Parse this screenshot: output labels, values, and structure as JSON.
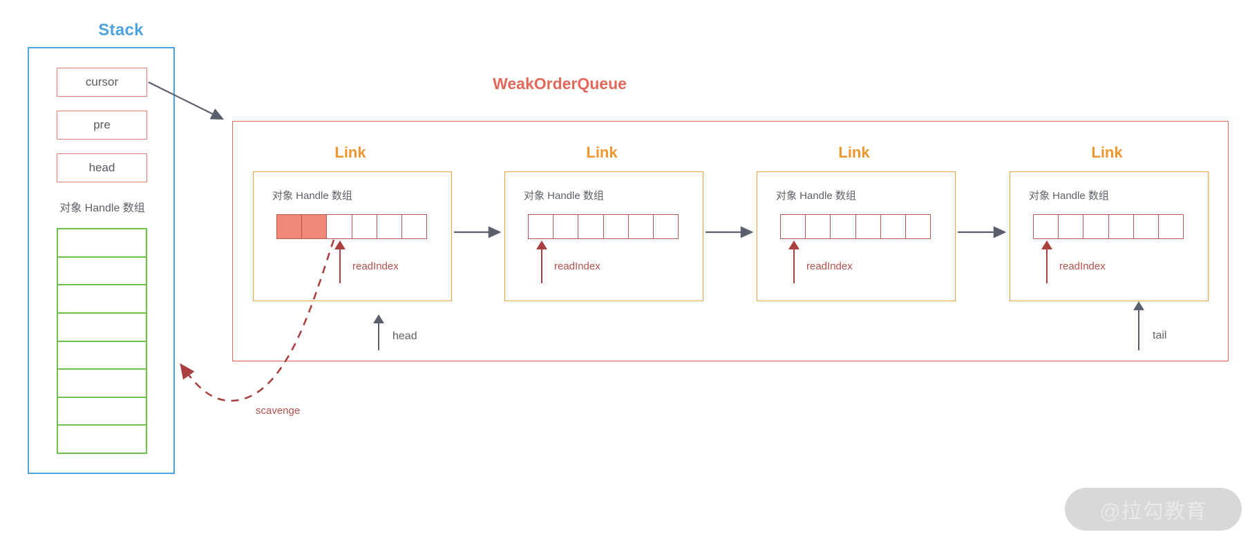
{
  "diagram": {
    "title_stack": "Stack",
    "title_weak_order_queue": "WeakOrderQueue",
    "watermark": "@拉勾教育",
    "colors": {
      "stack_border": "#4ca3dd",
      "stack_title": "#4ca3dd",
      "field_border": "#ea7f72",
      "array_border": "#6ec14a",
      "queue_border": "#e2685a",
      "queue_title": "#e2685a",
      "link_border": "#f0a13f",
      "link_title": "#f0962f",
      "cell_border": "#b5574f",
      "cell_filled": "#f08878",
      "read_index": "#a8403f",
      "pointer_arrow": "#5a5f6e",
      "scavenge": "#b4504c",
      "text": "#5c6166"
    }
  },
  "stack": {
    "title": "Stack",
    "fields": [
      {
        "label": "cursor"
      },
      {
        "label": "pre"
      },
      {
        "label": "head"
      }
    ],
    "array_label": "对象 Handle 数组",
    "array_cell_count": 8
  },
  "weak_order_queue": {
    "title": "WeakOrderQueue",
    "links": [
      {
        "title": "Link",
        "array_label": "对象 Handle 数组",
        "cells": [
          "filled",
          "filled",
          "empty",
          "empty",
          "empty",
          "empty"
        ],
        "read_index_label": "readIndex",
        "read_index_cell": 3
      },
      {
        "title": "Link",
        "array_label": "对象 Handle 数组",
        "cells": [
          "empty",
          "empty",
          "empty",
          "empty",
          "empty",
          "empty"
        ],
        "read_index_label": "readIndex",
        "read_index_cell": 1
      },
      {
        "title": "Link",
        "array_label": "对象 Handle 数组",
        "cells": [
          "empty",
          "empty",
          "empty",
          "empty",
          "empty",
          "empty"
        ],
        "read_index_label": "readIndex",
        "read_index_cell": 1
      },
      {
        "title": "Link",
        "array_label": "对象 Handle 数组",
        "cells": [
          "empty",
          "empty",
          "empty",
          "empty",
          "empty",
          "empty"
        ],
        "read_index_label": "readIndex",
        "read_index_cell": 1
      }
    ],
    "head_label": "head",
    "tail_label": "tail"
  },
  "annotations": {
    "scavenge_label": "scavenge"
  }
}
